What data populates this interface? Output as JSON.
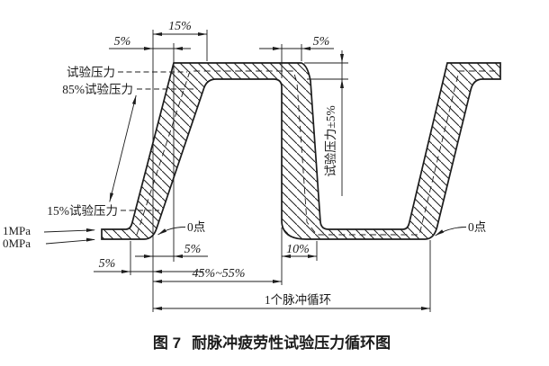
{
  "figure": {
    "caption_prefix": "图 7",
    "caption_title": "耐脉冲疲劳性试验压力循环图"
  },
  "labels": {
    "test_pressure": "试验压力",
    "pct85_test_pressure": "85%试验压力",
    "pct15_test_pressure": "15%试验压力",
    "mpa1": "1MPa",
    "mpa0": "0MPa",
    "zero_point_left": "0点",
    "zero_point_right": "0点",
    "band_tolerance": "试验压力±5%"
  },
  "dimensions": {
    "rise_total": "15%",
    "rise_upper_5": "5%",
    "top_right_5": "5%",
    "bottom_zero_to_top_5": "5%",
    "bottom_start_to_zero_5": "5%",
    "hold_time": "45%~55%",
    "fall_time": "10%",
    "one_cycle": "1个脉冲循环"
  },
  "colors": {
    "line": "#1c1c1c",
    "background": "#ffffff"
  }
}
